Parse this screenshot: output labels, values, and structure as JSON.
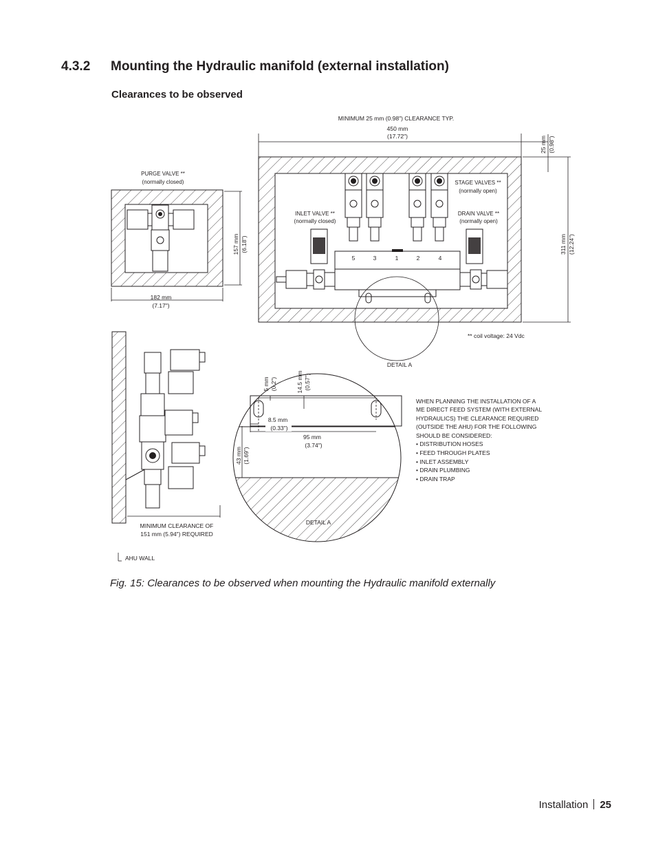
{
  "section": {
    "number": "4.3.2",
    "title": "Mounting the Hydraulic manifold (external installation)"
  },
  "subheading": "Clearances to be observed",
  "figure": {
    "clearance_top": "MINIMUM 25 mm (0.98\") CLEARANCE TYP.",
    "width_mm": "450 mm",
    "width_in": "(17.72\")",
    "gap_mm": "25 mm",
    "gap_in": "(0.98\")",
    "height_mm": "311 mm",
    "height_in": "(12.24\")",
    "purge_valve": "PURGE VALVE **",
    "purge_state": "(normally closed)",
    "side_height_mm": "157 mm",
    "side_height_in": "(6.18\")",
    "side_width_mm": "182 mm",
    "side_width_in": "(7.17\")",
    "inlet_valve": "INLET VALVE **",
    "inlet_state": "(normally closed)",
    "stage_valves": "STAGE VALVES **",
    "stage_state": "(normally open)",
    "drain_valve": "DRAIN VALVE **",
    "drain_state": "(normally open)",
    "valve_numbers": [
      "5",
      "3",
      "1",
      "2",
      "4"
    ],
    "coil_note": "**  coil voltage: 24 Vdc",
    "detail_a": "DETAIL A",
    "d_5_mm": "5 mm",
    "d_5_in": "(0.2\")",
    "d_145_mm": "14.5 mm",
    "d_145_in": "(0.57\")",
    "d_85_mm": "8.5 mm",
    "d_85_in": "(0.33\")",
    "d_95_mm": "95 mm",
    "d_95_in": "(3.74\")",
    "d_43_mm": "43 mm",
    "d_43_in": "(1.69\")",
    "min_clear_1": "MINIMUM CLEARANCE OF",
    "min_clear_2": "151 mm (5.94\") REQUIRED",
    "ahu_wall": "AHU WALL",
    "planning_lines": [
      "WHEN PLANNING THE INSTALLATION OF A",
      "ME DIRECT FEED SYSTEM (WITH EXTERNAL",
      "HYDRAULICS) THE CLEARANCE REQUIRED",
      "(OUTSIDE THE AHU) FOR THE FOLLOWING",
      "SHOULD BE CONSIDERED:",
      "•  DISTRIBUTION HOSES",
      "•  FEED THROUGH PLATES",
      "•  INLET ASSEMBLY",
      "•  DRAIN PLUMBING",
      "•  DRAIN TRAP"
    ]
  },
  "caption": "Fig. 15: Clearances to be observed when mounting the Hydraulic manifold externally",
  "footer": {
    "section": "Installation",
    "page": "25"
  }
}
